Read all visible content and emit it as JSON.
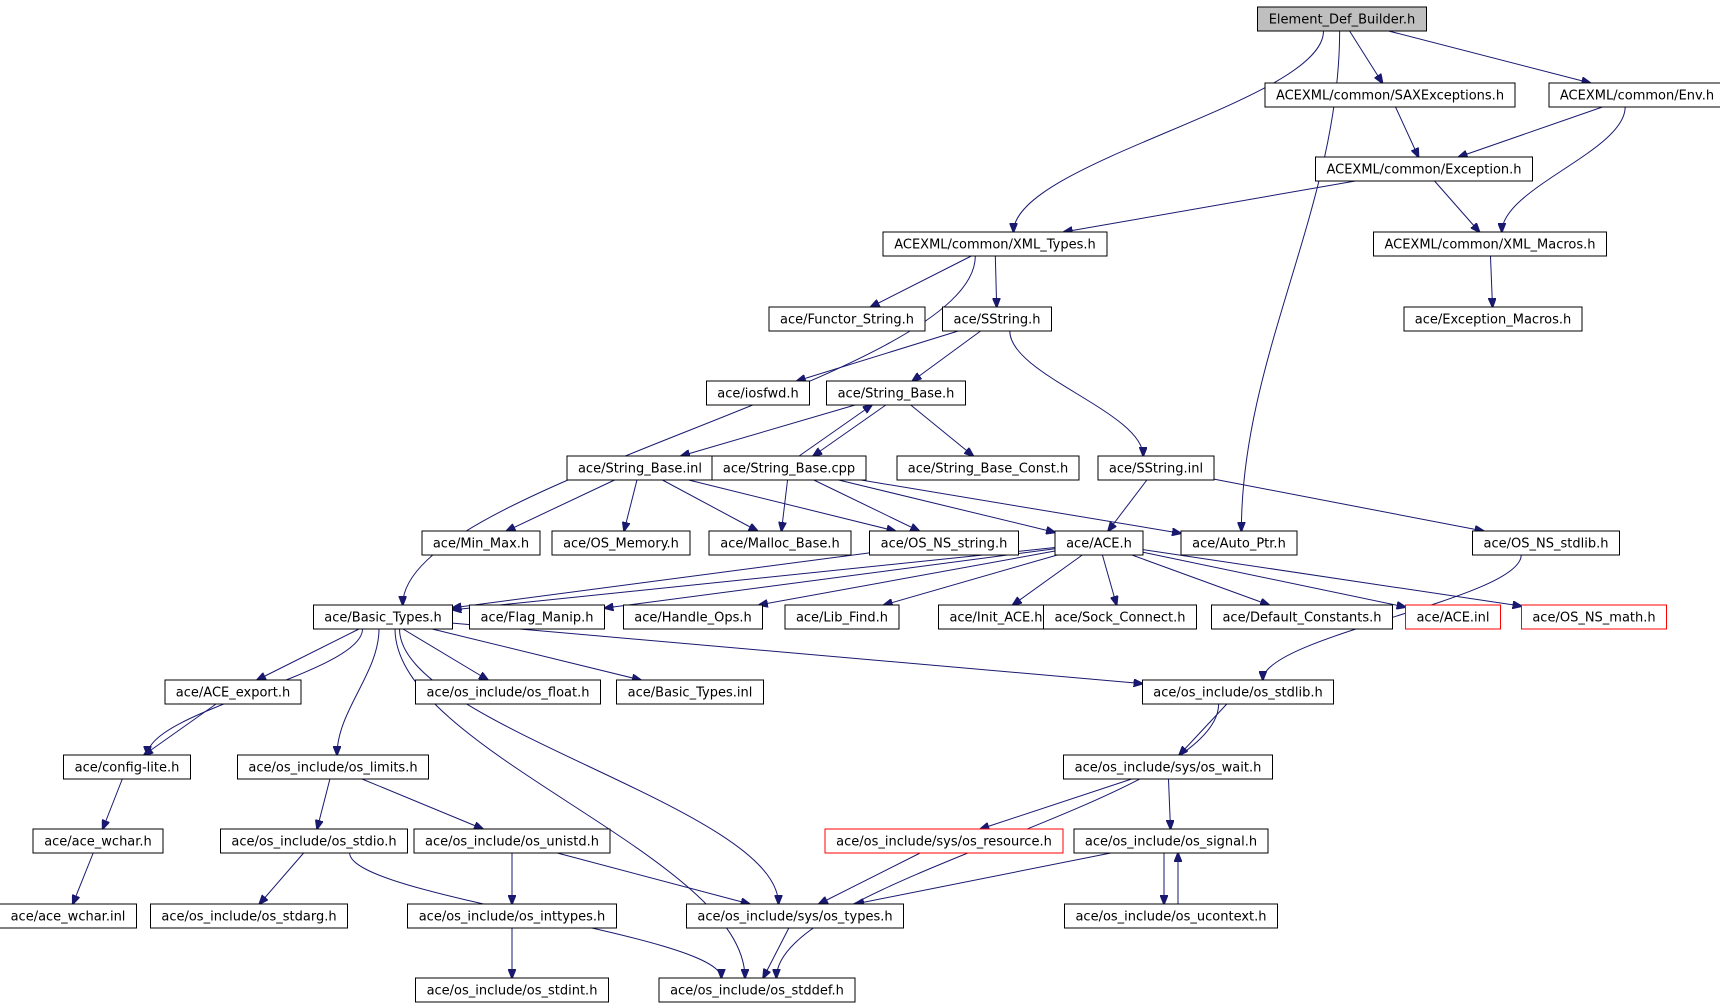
{
  "diagram": {
    "colors": {
      "edge": "#191970",
      "node_border": "#000000",
      "root_fill": "#bfbfbf",
      "missing_border": "#ff0000",
      "background": "#ffffff"
    },
    "nodes": [
      {
        "id": "element_def_builder",
        "label": "Element_Def_Builder.h",
        "root": true
      },
      {
        "id": "saxexceptions",
        "label": "ACEXML/common/SAXExceptions.h"
      },
      {
        "id": "env",
        "label": "ACEXML/common/Env.h"
      },
      {
        "id": "exception",
        "label": "ACEXML/common/Exception.h"
      },
      {
        "id": "xml_types",
        "label": "ACEXML/common/XML_Types.h"
      },
      {
        "id": "xml_macros",
        "label": "ACEXML/common/XML_Macros.h"
      },
      {
        "id": "functor_string",
        "label": "ace/Functor_String.h"
      },
      {
        "id": "sstring_h",
        "label": "ace/SString.h"
      },
      {
        "id": "exception_macros",
        "label": "ace/Exception_Macros.h"
      },
      {
        "id": "iosfwd",
        "label": "ace/iosfwd.h"
      },
      {
        "id": "string_base_h",
        "label": "ace/String_Base.h"
      },
      {
        "id": "string_base_inl",
        "label": "ace/String_Base.inl"
      },
      {
        "id": "string_base_cpp",
        "label": "ace/String_Base.cpp"
      },
      {
        "id": "string_base_const",
        "label": "ace/String_Base_Const.h"
      },
      {
        "id": "sstring_inl",
        "label": "ace/SString.inl"
      },
      {
        "id": "min_max",
        "label": "ace/Min_Max.h"
      },
      {
        "id": "os_memory",
        "label": "ace/OS_Memory.h"
      },
      {
        "id": "malloc_base",
        "label": "ace/Malloc_Base.h"
      },
      {
        "id": "os_ns_string",
        "label": "ace/OS_NS_string.h"
      },
      {
        "id": "ace_h",
        "label": "ace/ACE.h"
      },
      {
        "id": "auto_ptr",
        "label": "ace/Auto_Ptr.h"
      },
      {
        "id": "os_ns_stdlib",
        "label": "ace/OS_NS_stdlib.h"
      },
      {
        "id": "basic_types_h",
        "label": "ace/Basic_Types.h"
      },
      {
        "id": "flag_manip",
        "label": "ace/Flag_Manip.h"
      },
      {
        "id": "handle_ops",
        "label": "ace/Handle_Ops.h"
      },
      {
        "id": "lib_find",
        "label": "ace/Lib_Find.h"
      },
      {
        "id": "init_ace",
        "label": "ace/Init_ACE.h"
      },
      {
        "id": "sock_connect",
        "label": "ace/Sock_Connect.h"
      },
      {
        "id": "default_constants",
        "label": "ace/Default_Constants.h"
      },
      {
        "id": "ace_inl",
        "label": "ace/ACE.inl",
        "missing": true
      },
      {
        "id": "os_ns_math",
        "label": "ace/OS_NS_math.h",
        "missing": true
      },
      {
        "id": "ace_export",
        "label": "ace/ACE_export.h"
      },
      {
        "id": "os_float",
        "label": "ace/os_include/os_float.h"
      },
      {
        "id": "basic_types_inl",
        "label": "ace/Basic_Types.inl"
      },
      {
        "id": "os_stdlib",
        "label": "ace/os_include/os_stdlib.h"
      },
      {
        "id": "config_lite",
        "label": "ace/config-lite.h"
      },
      {
        "id": "os_limits",
        "label": "ace/os_include/os_limits.h"
      },
      {
        "id": "sys_os_wait",
        "label": "ace/os_include/sys/os_wait.h"
      },
      {
        "id": "ace_wchar_h",
        "label": "ace/ace_wchar.h"
      },
      {
        "id": "os_stdio",
        "label": "ace/os_include/os_stdio.h"
      },
      {
        "id": "os_unistd",
        "label": "ace/os_include/os_unistd.h"
      },
      {
        "id": "sys_os_resource",
        "label": "ace/os_include/sys/os_resource.h",
        "missing": true
      },
      {
        "id": "os_signal",
        "label": "ace/os_include/os_signal.h"
      },
      {
        "id": "ace_wchar_inl",
        "label": "ace/ace_wchar.inl"
      },
      {
        "id": "os_stdarg",
        "label": "ace/os_include/os_stdarg.h"
      },
      {
        "id": "os_inttypes",
        "label": "ace/os_include/os_inttypes.h"
      },
      {
        "id": "sys_os_types",
        "label": "ace/os_include/sys/os_types.h"
      },
      {
        "id": "os_ucontext",
        "label": "ace/os_include/os_ucontext.h"
      },
      {
        "id": "os_stdint",
        "label": "ace/os_include/os_stdint.h"
      },
      {
        "id": "os_stddef",
        "label": "ace/os_include/os_stddef.h"
      }
    ],
    "edges": [
      [
        "element_def_builder",
        "saxexceptions"
      ],
      [
        "element_def_builder",
        "env"
      ],
      [
        "element_def_builder",
        "xml_types"
      ],
      [
        "element_def_builder",
        "auto_ptr"
      ],
      [
        "saxexceptions",
        "exception"
      ],
      [
        "env",
        "exception"
      ],
      [
        "env",
        "xml_macros"
      ],
      [
        "exception",
        "xml_types"
      ],
      [
        "exception",
        "xml_macros"
      ],
      [
        "xml_macros",
        "exception_macros"
      ],
      [
        "xml_types",
        "basic_types_h"
      ],
      [
        "xml_types",
        "functor_string"
      ],
      [
        "xml_types",
        "sstring_h"
      ],
      [
        "sstring_h",
        "iosfwd"
      ],
      [
        "sstring_h",
        "string_base_h"
      ],
      [
        "sstring_h",
        "sstring_inl"
      ],
      [
        "string_base_h",
        "string_base_inl"
      ],
      [
        "string_base_h",
        "string_base_cpp"
      ],
      [
        "string_base_h",
        "string_base_const"
      ],
      [
        "string_base_cpp",
        "string_base_h"
      ],
      [
        "string_base_inl",
        "min_max"
      ],
      [
        "string_base_inl",
        "os_memory"
      ],
      [
        "string_base_inl",
        "malloc_base"
      ],
      [
        "string_base_inl",
        "os_ns_string"
      ],
      [
        "string_base_cpp",
        "malloc_base"
      ],
      [
        "string_base_cpp",
        "os_ns_string"
      ],
      [
        "string_base_cpp",
        "ace_h"
      ],
      [
        "string_base_cpp",
        "auto_ptr"
      ],
      [
        "sstring_inl",
        "ace_h"
      ],
      [
        "sstring_inl",
        "os_ns_stdlib"
      ],
      [
        "os_ns_string",
        "basic_types_h"
      ],
      [
        "ace_h",
        "basic_types_h"
      ],
      [
        "ace_h",
        "flag_manip"
      ],
      [
        "ace_h",
        "handle_ops"
      ],
      [
        "ace_h",
        "lib_find"
      ],
      [
        "ace_h",
        "init_ace"
      ],
      [
        "ace_h",
        "sock_connect"
      ],
      [
        "ace_h",
        "default_constants"
      ],
      [
        "ace_h",
        "ace_inl"
      ],
      [
        "ace_h",
        "os_ns_math"
      ],
      [
        "os_ns_stdlib",
        "os_stdlib"
      ],
      [
        "basic_types_h",
        "config_lite"
      ],
      [
        "basic_types_h",
        "ace_export"
      ],
      [
        "basic_types_h",
        "os_limits"
      ],
      [
        "basic_types_h",
        "os_float"
      ],
      [
        "basic_types_h",
        "basic_types_inl"
      ],
      [
        "basic_types_h",
        "os_stdlib"
      ],
      [
        "basic_types_h",
        "sys_os_types"
      ],
      [
        "basic_types_h",
        "os_stddef"
      ],
      [
        "ace_export",
        "config_lite"
      ],
      [
        "config_lite",
        "ace_wchar_h"
      ],
      [
        "ace_wchar_h",
        "ace_wchar_inl"
      ],
      [
        "os_limits",
        "os_stdio"
      ],
      [
        "os_limits",
        "os_unistd"
      ],
      [
        "os_stdio",
        "os_stdarg"
      ],
      [
        "os_stdio",
        "os_stddef"
      ],
      [
        "os_unistd",
        "os_inttypes"
      ],
      [
        "os_unistd",
        "sys_os_types"
      ],
      [
        "os_inttypes",
        "os_stdint"
      ],
      [
        "os_stdlib",
        "sys_os_wait"
      ],
      [
        "os_stdlib",
        "os_stddef"
      ],
      [
        "sys_os_wait",
        "sys_os_resource"
      ],
      [
        "sys_os_wait",
        "os_signal"
      ],
      [
        "sys_os_resource",
        "sys_os_types"
      ],
      [
        "os_signal",
        "sys_os_types"
      ],
      [
        "os_signal",
        "os_ucontext"
      ],
      [
        "os_ucontext",
        "os_signal"
      ],
      [
        "sys_os_types",
        "os_stddef"
      ]
    ]
  }
}
